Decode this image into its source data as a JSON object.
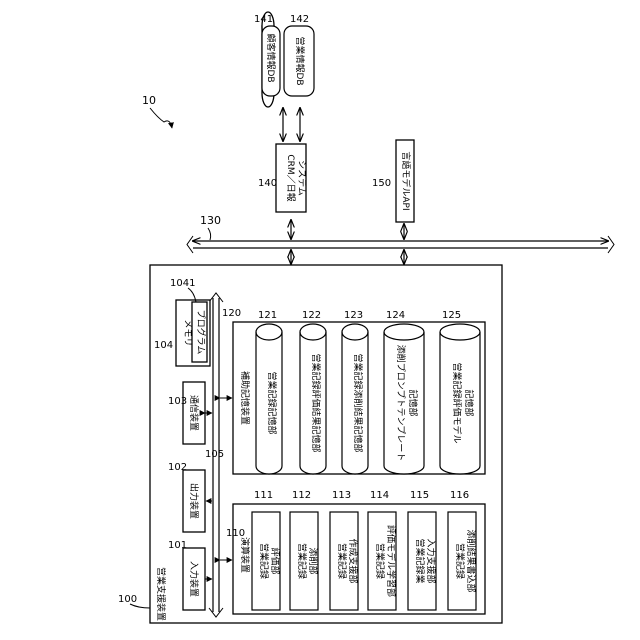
{
  "figure": {
    "system_ref": "10",
    "bus_ref": "130",
    "device": {
      "ref": "100",
      "label": "営業支援装置"
    },
    "input": {
      "ref": "101",
      "label": "入力装置"
    },
    "output": {
      "ref": "102",
      "label": "出力装置"
    },
    "comm": {
      "ref": "103",
      "label": "通信装置"
    },
    "memory": {
      "ref": "104",
      "label": "メモリ",
      "program_ref": "1041",
      "program_label": "プログラム"
    },
    "internal_bus_ref": "105",
    "processor": {
      "ref": "110",
      "label": "演算装置",
      "units": [
        {
          "ref": "111",
          "line1": "営業記録",
          "line2": "評価部"
        },
        {
          "ref": "112",
          "line1": "営業記録",
          "line2": "添削部"
        },
        {
          "ref": "113",
          "line1": "営業記録",
          "line2": "作成支援部"
        },
        {
          "ref": "114",
          "line1": "営業記録",
          "line2": "評価モデル学習部"
        },
        {
          "ref": "115",
          "line1": "営業記録業",
          "line2": "入力支援部"
        },
        {
          "ref": "116",
          "line1": "営業記録",
          "line2": "添削結果書込部"
        }
      ]
    },
    "storage": {
      "ref": "120",
      "label": "補助記憶装置",
      "dbs": [
        {
          "ref": "121",
          "line1": "営業記録記憶部",
          "line2": ""
        },
        {
          "ref": "122",
          "line1": "営業記録評価結果記憶部",
          "line2": ""
        },
        {
          "ref": "123",
          "line1": "営業記録添削結果記憶部",
          "line2": ""
        },
        {
          "ref": "124",
          "line1": "添削プロンプトテンプレート",
          "line2": "記憶部"
        },
        {
          "ref": "125",
          "line1": "営業記録評価モデル",
          "line2": "記憶部"
        }
      ]
    },
    "crm": {
      "ref": "140",
      "line1": "CRM／日報",
      "line2": "システム"
    },
    "customer_db": {
      "ref": "141",
      "label": "顧客情報DB"
    },
    "sales_db": {
      "ref": "142",
      "label": "営業情報DB"
    },
    "llm": {
      "ref": "150",
      "label": "言語モデルAPI"
    }
  }
}
